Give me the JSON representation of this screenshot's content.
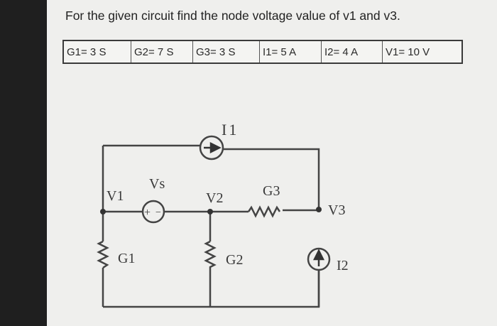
{
  "question": "For the given circuit find the node voltage value of v1 and v3.",
  "parameters": [
    {
      "label": "G1= 3 S"
    },
    {
      "label": "G2= 7 S"
    },
    {
      "label": "G3= 3 S"
    },
    {
      "label": "I1= 5 A"
    },
    {
      "label": "I2= 4 A"
    },
    {
      "label": "V1= 10 V"
    }
  ],
  "circuit": {
    "labels": {
      "i1": "I1",
      "vs": "Vs",
      "v1": "V1",
      "v2": "V2",
      "g3": "G3",
      "v3": "V3",
      "g1": "G1",
      "g2": "G2",
      "i2": "I2"
    },
    "source_polarity": {
      "plus": "+",
      "minus": "−"
    }
  }
}
